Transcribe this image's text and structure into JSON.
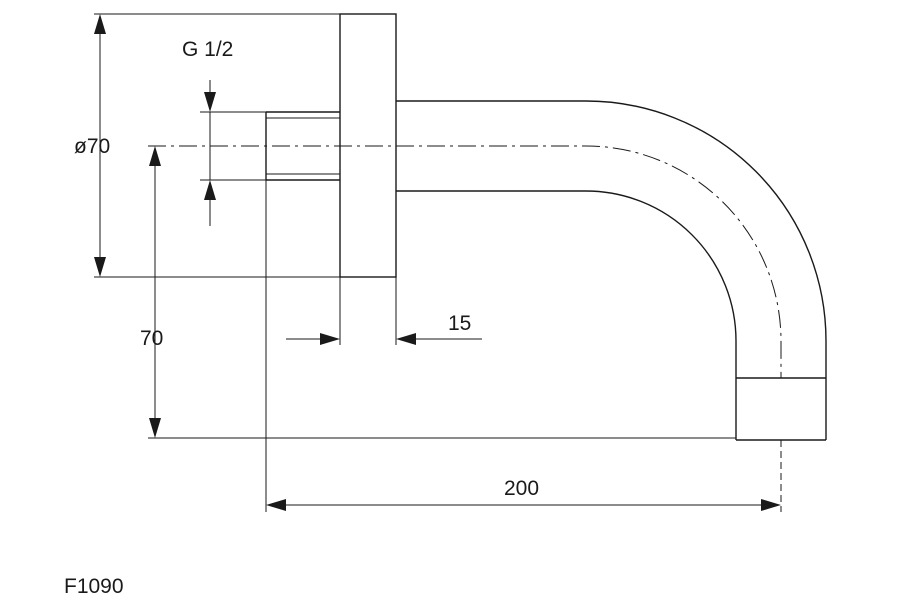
{
  "drawing": {
    "thread_label": "G 1/2",
    "flange_diameter_label": "ø70",
    "height_label": "70",
    "flange_thickness_label": "15",
    "projection_label": "200",
    "drawing_code": "F1090"
  }
}
